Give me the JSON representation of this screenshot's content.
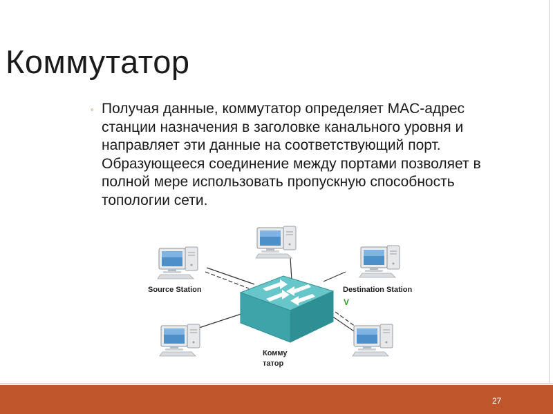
{
  "slide": {
    "title": "Коммутатор",
    "bullet_lines": [
      "Получая данные, коммутатор определяет MAC-адрес",
      "станции назначения в заголовке канального уровня и",
      "направляет эти данные на соответствующий порт.",
      "Образующееся соединение между портами позволяет в",
      "полной мере использовать пропускную способность",
      "топологии сети."
    ],
    "page_number": "27"
  },
  "diagram": {
    "source_label": "Source Station",
    "destination_label": "Destination Station",
    "destination_mark": "V",
    "switch_label_line1": "Комму",
    "switch_label_line2": "татор"
  },
  "colors": {
    "footer": "#c0562b",
    "bullet": "#d2691e",
    "switch_top": "#5bbfc2",
    "switch_side": "#3a9da3",
    "destination_mark": "#2e9e2e"
  }
}
